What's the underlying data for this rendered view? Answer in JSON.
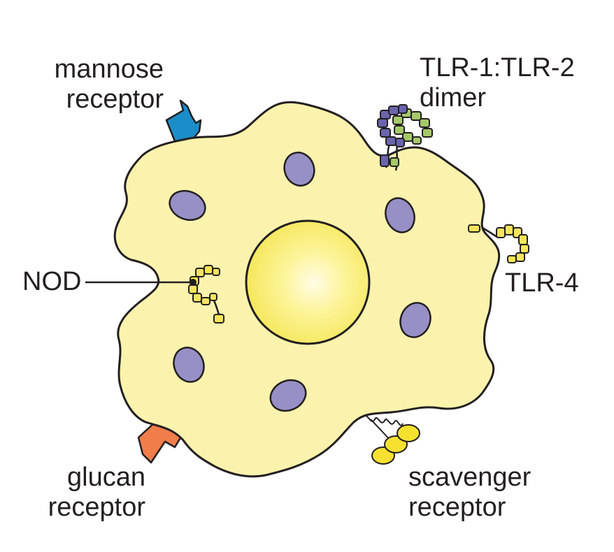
{
  "labels": {
    "mannose": [
      "mannose",
      "receptor"
    ],
    "tlr12": [
      "TLR-1:TLR-2",
      "dimer"
    ],
    "tlr4": "TLR-4",
    "nod": "NOD",
    "glucan": [
      "glucan",
      "receptor"
    ],
    "scavenger": [
      "scavenger",
      "receptor"
    ]
  },
  "colors": {
    "cytoplasm": "#fbf3ad",
    "outline": "#231f20",
    "granule": "#9790c6",
    "nucleus_center": "#fffce6",
    "nucleus_edge": "#f7ea6a",
    "mannose_receptor": "#1b8ec9",
    "glucan_receptor": "#f07d4a",
    "tlr1": "#6a64ad",
    "tlr2": "#a6c96a",
    "tlr4": "#f6e55a",
    "nod": "#f6e55a",
    "scavenger": "#f6e130"
  }
}
